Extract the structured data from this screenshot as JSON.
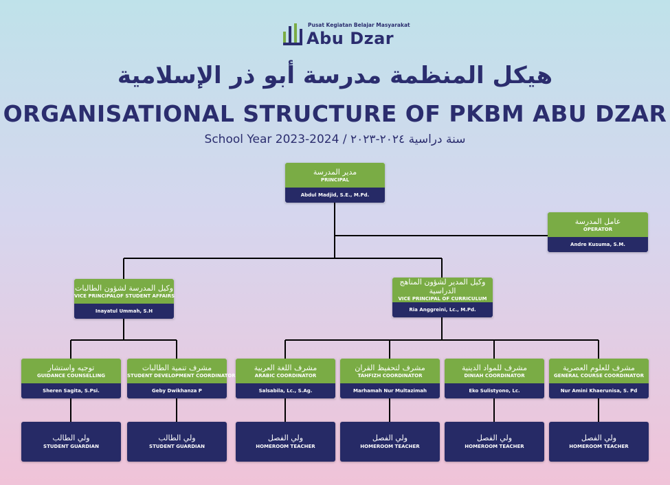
{
  "logo": {
    "tagline": "Pusat Kegiatan Belajar Masyarakat",
    "name": "Abu Dzar"
  },
  "title_arabic": "هيكل المنظمة مدرسة أبو ذر الإسلامية",
  "title_english": "ORGANISATIONAL STRUCTURE OF PKBM ABU DZAR",
  "subtitle": "School Year 2023-2024 / سنة دراسية ٢٠٢٤-٢٠٢٣",
  "colors": {
    "green": "#7aac45",
    "navy": "#262a66",
    "title": "#2b2d6e",
    "line": "#000000"
  },
  "principal": {
    "ar": "مدير المدرسة",
    "en": "PRINCIPAL",
    "person": "Abdul Madjid, S.E., M.Pd."
  },
  "operator": {
    "ar": "عامل المدرسة",
    "en": "OPERATOR",
    "person": "Andre Kusuma, S.M."
  },
  "vp_student": {
    "ar": "وكيل المدرسة لشؤون الطالبات",
    "en": "VICE PRINCIPALOF STUDENT AFFAIRS",
    "person": "Inayatul Ummah, S.H"
  },
  "vp_curriculum": {
    "ar": "وكيل المدير لشؤون المناهج الدراسية",
    "en": "VICE PRINCIPAL OF CURRICULUM",
    "person": "Ria Anggreini, Lc., M.Pd."
  },
  "coordinators": [
    {
      "ar": "توجيه واستشار",
      "en": "GUIDANCE COUNSELLING",
      "person": "Sheren Sagita, S.Psi."
    },
    {
      "ar": "مشرف تنمية الطالبات",
      "en": "STUDENT DEVELOPMENT COORDINATOR",
      "person": "Geby Dwikhanza P"
    },
    {
      "ar": "مشرف اللغة العربية",
      "en": "ARABIC COORDINATOR",
      "person": "Salsabila, Lc., S.Ag."
    },
    {
      "ar": "مشرف لتحفيظ القران",
      "en": "TAHFIZH COORDINATOR",
      "person": "Marhamah Nur Multazimah"
    },
    {
      "ar": "مشرف للمواد الدينية",
      "en": "DINIAH COORDINATOR",
      "person": "Eko Sulistyono, Lc."
    },
    {
      "ar": "مشرف للعلوم العصرية",
      "en": "GENERAL COURSE COORDINATOR",
      "person": "Nur Amini Khaerunisa, S. Pd"
    }
  ],
  "leaves": [
    {
      "ar": "ولي الطالب",
      "en": "STUDENT GUARDIAN"
    },
    {
      "ar": "ولي الطالب",
      "en": "STUDENT GUARDIAN"
    },
    {
      "ar": "ولي الفصل",
      "en": "HOMEROOM TEACHER"
    },
    {
      "ar": "ولي الفصل",
      "en": "HOMEROOM TEACHER"
    },
    {
      "ar": "ولي الفصل",
      "en": "HOMEROOM TEACHER"
    },
    {
      "ar": "ولي الفصل",
      "en": "HOMEROOM TEACHER"
    }
  ]
}
